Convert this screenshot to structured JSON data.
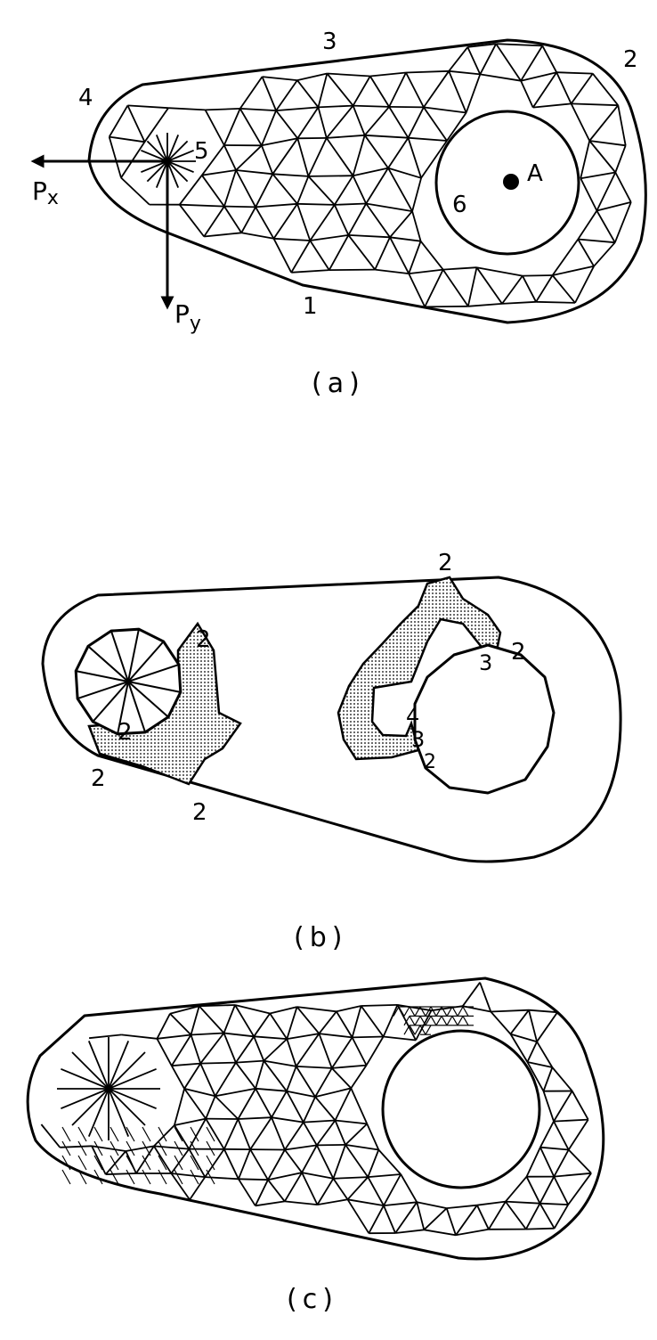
{
  "figure_a": {
    "caption": "(a)",
    "node_labels": [
      "1",
      "2",
      "3",
      "4",
      "5",
      "6"
    ],
    "point_label": "A",
    "force_x": "P",
    "force_x_sub": "x",
    "force_y": "P",
    "force_y_sub": "y"
  },
  "figure_b": {
    "caption": "(b)",
    "labels": [
      "2",
      "2",
      "2",
      "2",
      "2",
      "2",
      "3",
      "2",
      "4",
      "3",
      "2"
    ]
  },
  "figure_c": {
    "caption": "(c)"
  }
}
